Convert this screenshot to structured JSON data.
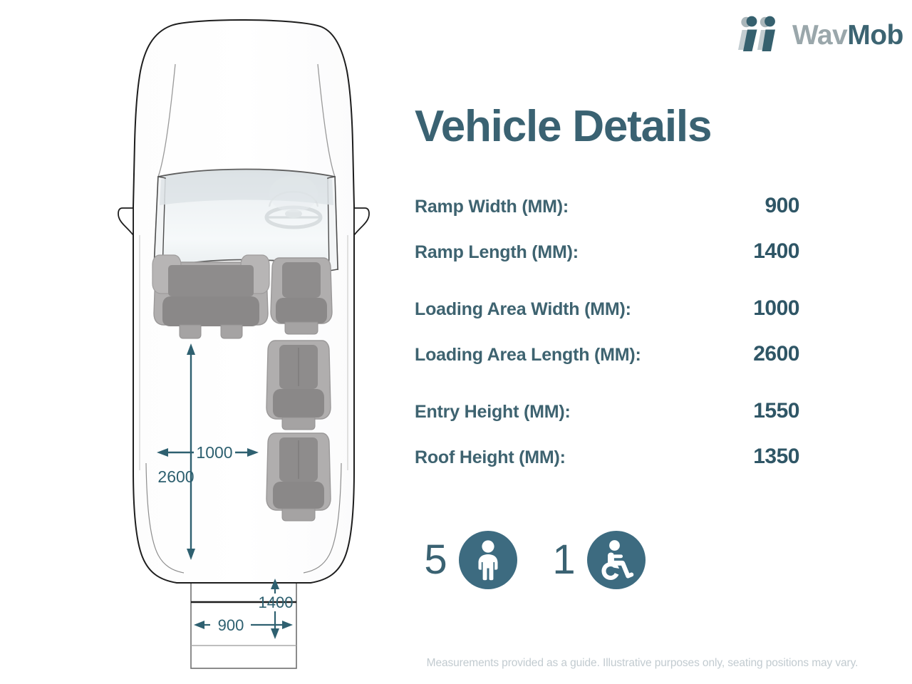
{
  "brand": {
    "logo_icon": "wavmob-people-logo-icon",
    "name_part1": "Wav",
    "name_part2": "Mob",
    "primary_color": "#3c6472",
    "secondary_color": "#9aa7ab"
  },
  "header": {
    "title": "Vehicle Details"
  },
  "specs": [
    {
      "label": "Ramp Width (MM):",
      "value": "900"
    },
    {
      "label": "Ramp Length (MM):",
      "value": "1400"
    },
    {
      "label": "Loading Area Width (MM):",
      "value": "1000"
    },
    {
      "label": "Loading Area Length (MM):",
      "value": "2600"
    },
    {
      "label": "Entry Height (MM):",
      "value": "1550"
    },
    {
      "label": "Roof Height (MM):",
      "value": "1350"
    }
  ],
  "capacity": {
    "passenger_count": "5",
    "passenger_icon": "person-icon",
    "wheelchair_count": "1",
    "wheelchair_icon": "wheelchair-icon",
    "badge_color": "#3d6b80"
  },
  "footer": {
    "note": "Measurements provided as a guide. Illustrative purposes only, seating positions may vary."
  },
  "diagram": {
    "title": "vehicle-top-view-floorplan",
    "dimension_color": "#2e6070",
    "dimensions": {
      "loading_width": "1000",
      "loading_length": "2600",
      "ramp_width": "900",
      "ramp_length": "1400"
    },
    "seats": [
      {
        "name": "front-bench-seat"
      },
      {
        "name": "driver-seat"
      },
      {
        "name": "second-row-seat"
      },
      {
        "name": "third-row-seat"
      }
    ]
  }
}
